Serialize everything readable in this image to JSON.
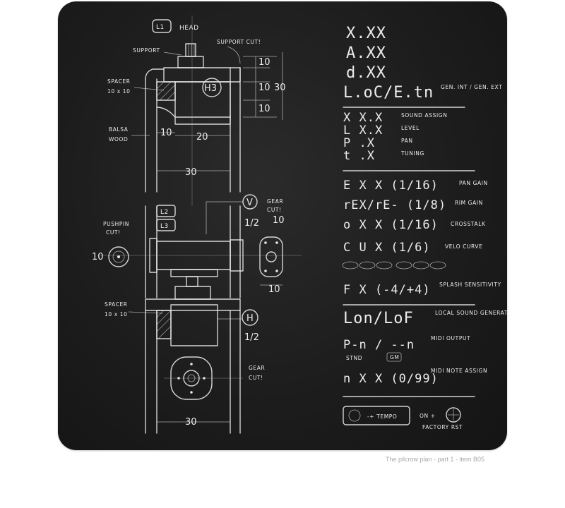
{
  "drawing": {
    "labels": {
      "l1": "L1",
      "head": "HEAD",
      "support": "SUPPORT",
      "support_cut": "SUPPORT CUT!",
      "spacer_top": "SPACER",
      "spacer_top_size": "10 x 10",
      "h3": "H3",
      "balsa": "BALSA",
      "wood": "WOOD",
      "l2": "L2",
      "l3": "L3",
      "v": "V",
      "gear_cut_top": "GEAR",
      "gear_cut_top2": "CUT!",
      "half_v": "1/2",
      "pushpin": "PUSHPIN",
      "pushpin_cut": "CUT!",
      "spacer_bottom": "SPACER",
      "spacer_bottom_size": "10 x 10",
      "h": "H",
      "half_h": "1/2",
      "gear_bottom": "GEAR",
      "gear_bottom2": "CUT!"
    },
    "dims": {
      "d10a": "10",
      "d10b": "10",
      "d10c": "10",
      "d30side": "30",
      "d10left": "10",
      "d20": "20",
      "d30top": "30",
      "d10pin": "10",
      "d10gear": "10",
      "d10gearb": "10",
      "d30bottom": "30"
    }
  },
  "display_codes": [
    {
      "code": "X.XX",
      "note": ""
    },
    {
      "code": "A.XX",
      "note": ""
    },
    {
      "code": "d.XX",
      "note": ""
    },
    {
      "code": "L.oC/E.tn",
      "note": "GEN. INT / GEN. EXT"
    },
    {
      "code": "X X.X",
      "note": "SOUND ASSIGN"
    },
    {
      "code": "L X.X",
      "note": "LEVEL"
    },
    {
      "code": "P  .X",
      "note": "PAN"
    },
    {
      "code": "t  .X",
      "note": "TUNING"
    },
    {
      "code": "E X X  (1/16)",
      "note": "PAN GAIN"
    },
    {
      "code": "rEX/rE-  (1/8)",
      "note": "RIM GAIN"
    },
    {
      "code": "o X X  (1/16)",
      "note": "CROSSTALK"
    },
    {
      "code": "C U X  (1/6)",
      "note": "VELO CURVE"
    },
    {
      "code": "F  X   (-4/+4)",
      "note": "SPLASH SENSITIVITY"
    },
    {
      "code": "Lon/LoF",
      "note": "LOCAL SOUND GENERATION"
    },
    {
      "code": "P-n / --n",
      "note": "MIDI OUTPUT"
    },
    {
      "code": "STND",
      "note": ""
    },
    {
      "code": "GM",
      "note": ""
    },
    {
      "code": "n X X  (0/99)",
      "note": "MIDI NOTE ASSIGN"
    },
    {
      "code": "-+ TEMPO",
      "note": "ON +"
    },
    {
      "code": "FACTORY RST",
      "note": ""
    }
  ],
  "caption": "The pilcrow plan - part 1 - item B05",
  "colors": {
    "board": "#1d1d1d",
    "chalk": "#e8e8e8",
    "caption": "#a9a9a9"
  }
}
